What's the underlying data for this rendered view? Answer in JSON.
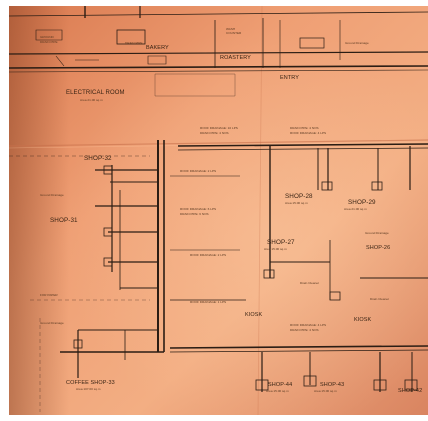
{
  "colors": {
    "paper": "#e9906a",
    "paper_light": "#f2aa80",
    "paper_dark": "#b5603f",
    "ink": "#2b1d14",
    "frame": "#ffffff"
  },
  "labels": {
    "bakery": "BAKERY",
    "roastery": "ROASTERY",
    "entry": "ENTRY",
    "electrical_room": "ELECTRICAL ROOM",
    "electrical_area": "Area 21.00 sq.m",
    "shop_32": "SHOP-32",
    "shop_31": "SHOP-31",
    "shop_28": "SHOP-28",
    "shop_28_area": "Area 15.00 sq.m",
    "shop_29": "SHOP-29",
    "shop_29_area": "Area 21.00 sq.m",
    "shop_27": "SHOP-27",
    "shop_27_area": "Area 15.00 sq.m",
    "shop_26": "SHOP-26",
    "kiosk_1": "KIOSK",
    "kiosk_2": "KIOSK",
    "coffee_shop": "COFFEE SHOP-33",
    "coffee_shop_area": "Area 107.00 sq.m",
    "shop_44": "SHOP-44",
    "shop_44_area": "Area 15.00 sq.m",
    "shop_43": "SHOP-43",
    "shop_43_area": "Area 15.00 sq.m",
    "shop_42": "SHOP-42"
  }
}
